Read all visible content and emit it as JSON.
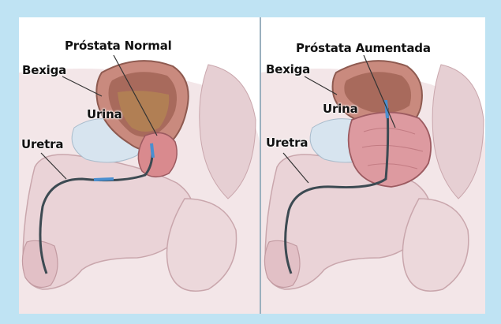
{
  "left_panel": {
    "title": "Próstata Normal",
    "bladder": "Bexiga",
    "urine": "Urina",
    "urethra": "Uretra"
  },
  "right_panel": {
    "title": "Próstata Aumentada",
    "bladder": "Bexiga",
    "urine": "Urina",
    "urethra": "Uretra"
  },
  "colors": {
    "background": "#bfe3f3",
    "panel": "#ffffff",
    "tissue": "#e9d2d5",
    "bladder": "#c98a7e",
    "prostate_normal": "#d98a8e",
    "prostate_enlarged": "#dd9aa0",
    "urethra": "#3c4a52",
    "urine_flow": "#4a8fd0",
    "bone": "#d7e4ef"
  }
}
